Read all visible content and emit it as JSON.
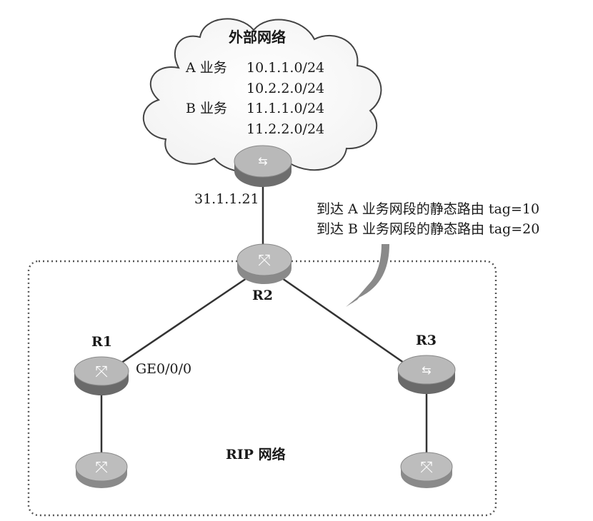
{
  "cloud": {
    "title": "外部网络",
    "service_a_label": "A 业务",
    "service_a_nets": [
      "10.1.1.0/24",
      "10.2.2.0/24"
    ],
    "service_b_label": "B 业务",
    "service_b_nets": [
      "11.1.1.0/24",
      "11.2.2.0/24"
    ]
  },
  "links": {
    "external_ip": "31.1.1.21",
    "r1_interface": "GE0/0/0"
  },
  "annotation": {
    "line1": "到达 A 业务网段的静态路由 tag=10",
    "line2": "到达 B 业务网段的静态路由 tag=20"
  },
  "routers": {
    "r1": "R1",
    "r2": "R2",
    "r3": "R3"
  },
  "rip_area": {
    "label": "RIP 网络"
  },
  "colors": {
    "router_top": "#b9b9b9",
    "router_bottom": "#8a8a8a",
    "line": "#333333",
    "dotted_border": "#555555"
  }
}
